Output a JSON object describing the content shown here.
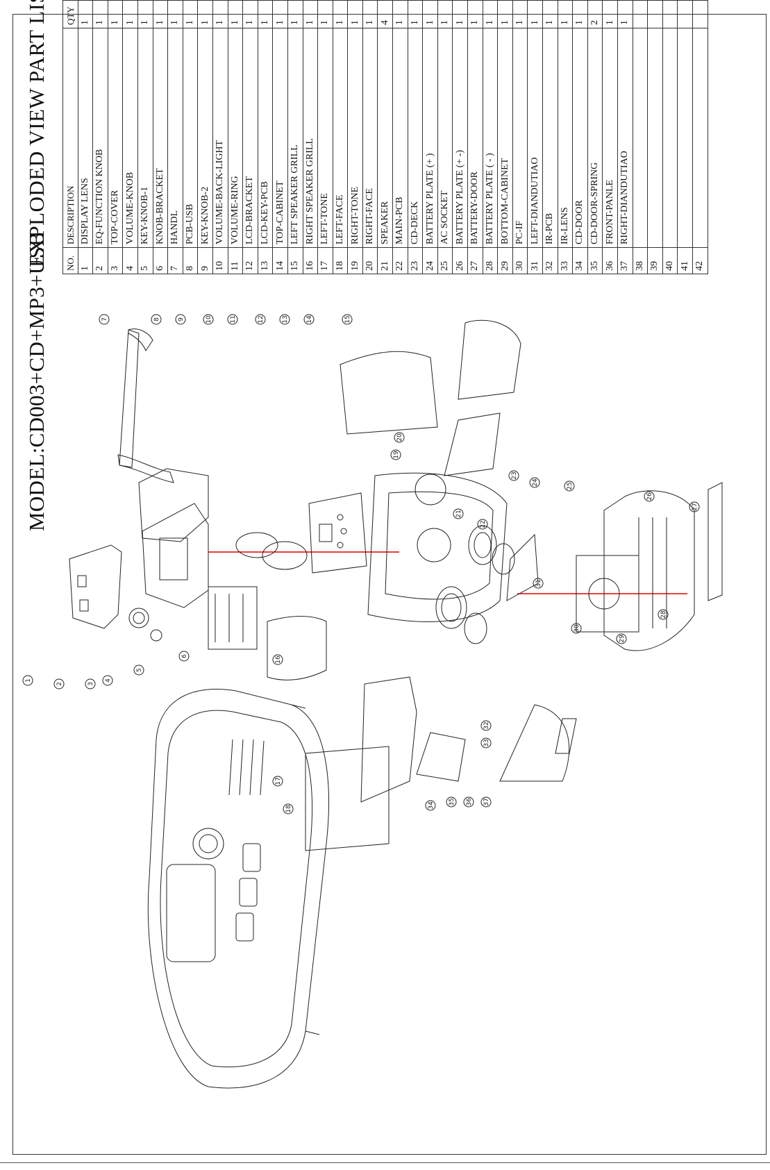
{
  "title_block": {
    "model": "MODEL:CD003+CD+MP3+USB",
    "list_title": "EXPLODED VIEW PART LIST"
  },
  "table": {
    "headers": {
      "no": "NO.",
      "description": "DESCRIPTION",
      "qty": "QTY"
    },
    "rows": [
      {
        "no": "1",
        "desc": "DISPLAY LENS",
        "qty": "1"
      },
      {
        "no": "2",
        "desc": "EQ-FUNCTION KNOB",
        "qty": "1"
      },
      {
        "no": "3",
        "desc": "TOP-COVER",
        "qty": "1"
      },
      {
        "no": "4",
        "desc": "VOLUME-KNOB",
        "qty": "1"
      },
      {
        "no": "5",
        "desc": "KEY-KNOB-1",
        "qty": "1"
      },
      {
        "no": "6",
        "desc": "KNOB-BRACKET",
        "qty": "1"
      },
      {
        "no": "7",
        "desc": "HANDL",
        "qty": "1"
      },
      {
        "no": "8",
        "desc": "PCB-USB",
        "qty": "1"
      },
      {
        "no": "9",
        "desc": "KEY-KNOB-2",
        "qty": "1"
      },
      {
        "no": "10",
        "desc": "VOLUME-BACK-LIGHT",
        "qty": "1"
      },
      {
        "no": "11",
        "desc": "VOLUME-RING",
        "qty": "1"
      },
      {
        "no": "12",
        "desc": "LCD-BRACKET",
        "qty": "1"
      },
      {
        "no": "13",
        "desc": "LCD-KEY-PCB",
        "qty": "1"
      },
      {
        "no": "14",
        "desc": "TOP-CABINET",
        "qty": "1"
      },
      {
        "no": "15",
        "desc": "LEFT SPEAKER GRILL",
        "qty": "1"
      },
      {
        "no": "16",
        "desc": "RIGHT SPEAKER GRILL",
        "qty": "1"
      },
      {
        "no": "17",
        "desc": "LEFT-TONE",
        "qty": "1"
      },
      {
        "no": "18",
        "desc": "LEFT-FACE",
        "qty": "1"
      },
      {
        "no": "19",
        "desc": "RIGHT-TONE",
        "qty": "1"
      },
      {
        "no": "20",
        "desc": "RIGHT-FACE",
        "qty": "1"
      },
      {
        "no": "21",
        "desc": "SPEAKER",
        "qty": "4"
      },
      {
        "no": "22",
        "desc": "MAIN-PCB",
        "qty": "1"
      },
      {
        "no": "23",
        "desc": "CD-DECK",
        "qty": "1"
      },
      {
        "no": "24",
        "desc": "BATTERY PLATE (+ )",
        "qty": "1"
      },
      {
        "no": "25",
        "desc": "AC SOCKET",
        "qty": "1"
      },
      {
        "no": "26",
        "desc": "BATTERY PLATE (+ -)",
        "qty": "1"
      },
      {
        "no": "27",
        "desc": "BATTERY-DOOR",
        "qty": "1"
      },
      {
        "no": "28",
        "desc": "BATTERY PLATE ( - )",
        "qty": "1"
      },
      {
        "no": "29",
        "desc": "BOTTOM-CABINET",
        "qty": "1"
      },
      {
        "no": "30",
        "desc": "PC-IF",
        "qty": "1"
      },
      {
        "no": "31",
        "desc": "LEFT-DIANDUTIAO",
        "qty": "1"
      },
      {
        "no": "32",
        "desc": "IR-PCB",
        "qty": "1"
      },
      {
        "no": "33",
        "desc": "IR-LENS",
        "qty": "1"
      },
      {
        "no": "34",
        "desc": "CD-DOOR",
        "qty": "1"
      },
      {
        "no": "35",
        "desc": "CD-DOOR-SPRING",
        "qty": "2"
      },
      {
        "no": "36",
        "desc": "FRONT-PANLE",
        "qty": "1"
      },
      {
        "no": "37",
        "desc": "RIGHT-DIANDUTIAO",
        "qty": "1"
      },
      {
        "no": "38",
        "desc": "",
        "qty": ""
      },
      {
        "no": "39",
        "desc": "",
        "qty": ""
      },
      {
        "no": "40",
        "desc": "",
        "qty": ""
      },
      {
        "no": "41",
        "desc": "",
        "qty": ""
      },
      {
        "no": "42",
        "desc": "",
        "qty": ""
      }
    ]
  },
  "callouts": [
    {
      "id": "1"
    },
    {
      "id": "2"
    },
    {
      "id": "3"
    },
    {
      "id": "4"
    },
    {
      "id": "5"
    },
    {
      "id": "6"
    },
    {
      "id": "7"
    },
    {
      "id": "8"
    },
    {
      "id": "9"
    },
    {
      "id": "10"
    },
    {
      "id": "11"
    },
    {
      "id": "12"
    },
    {
      "id": "13"
    },
    {
      "id": "14"
    },
    {
      "id": "15"
    },
    {
      "id": "16"
    },
    {
      "id": "17"
    },
    {
      "id": "18"
    },
    {
      "id": "19"
    },
    {
      "id": "20"
    },
    {
      "id": "21"
    },
    {
      "id": "22"
    },
    {
      "id": "23"
    },
    {
      "id": "24"
    },
    {
      "id": "25"
    },
    {
      "id": "26"
    },
    {
      "id": "27"
    },
    {
      "id": "28"
    },
    {
      "id": "29"
    },
    {
      "id": "30"
    },
    {
      "id": "31"
    },
    {
      "id": "32"
    },
    {
      "id": "33"
    },
    {
      "id": "34"
    },
    {
      "id": "35"
    },
    {
      "id": "36"
    },
    {
      "id": "37"
    }
  ],
  "colors": {
    "line": "#222222",
    "axis": "#e00000",
    "frame": "#333333"
  }
}
